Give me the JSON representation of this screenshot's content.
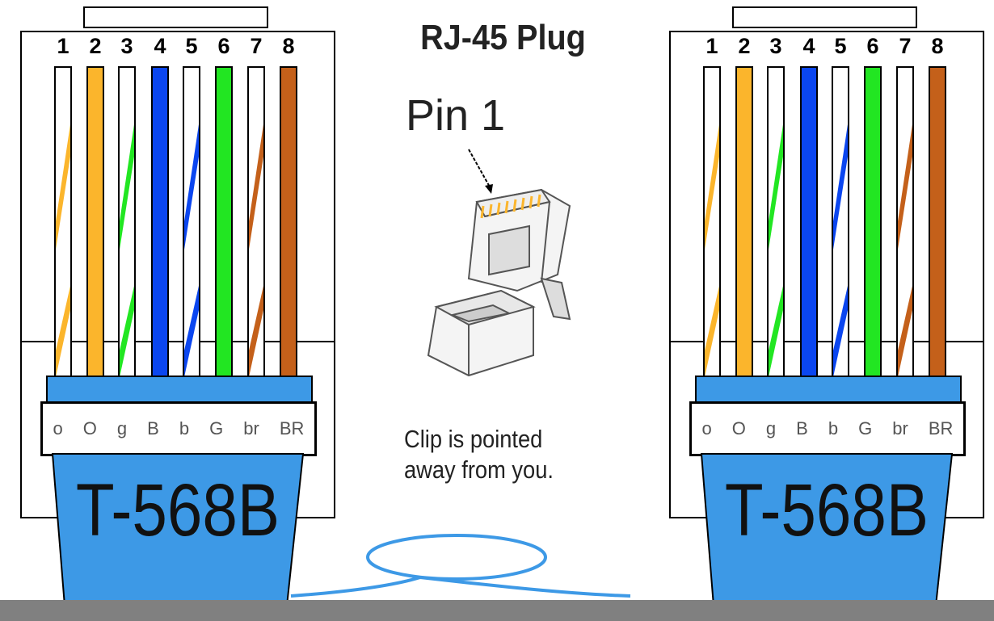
{
  "title": "RJ-45 Plug",
  "pin1_label": "Pin 1",
  "clip_note": [
    "Clip is pointed",
    "away from you."
  ],
  "colors": {
    "orange": "#fbb52c",
    "green": "#22e622",
    "blue": "#0b46f0",
    "brown": "#c4601a",
    "boot": "#3d99e6"
  },
  "connectors": [
    {
      "standard": "T-568B",
      "pins": [
        {
          "number": "1",
          "abbr": "o",
          "color": "orange",
          "striped": true
        },
        {
          "number": "2",
          "abbr": "O",
          "color": "orange",
          "striped": false
        },
        {
          "number": "3",
          "abbr": "g",
          "color": "green",
          "striped": true
        },
        {
          "number": "4",
          "abbr": "B",
          "color": "blue",
          "striped": false
        },
        {
          "number": "5",
          "abbr": "b",
          "color": "blue",
          "striped": true
        },
        {
          "number": "6",
          "abbr": "G",
          "color": "green",
          "striped": false
        },
        {
          "number": "7",
          "abbr": "br",
          "color": "brown",
          "striped": true
        },
        {
          "number": "8",
          "abbr": "BR",
          "color": "brown",
          "striped": false
        }
      ]
    },
    {
      "standard": "T-568B",
      "pins": [
        {
          "number": "1",
          "abbr": "o",
          "color": "orange",
          "striped": true
        },
        {
          "number": "2",
          "abbr": "O",
          "color": "orange",
          "striped": false
        },
        {
          "number": "3",
          "abbr": "g",
          "color": "green",
          "striped": true
        },
        {
          "number": "4",
          "abbr": "B",
          "color": "blue",
          "striped": false
        },
        {
          "number": "5",
          "abbr": "b",
          "color": "blue",
          "striped": true
        },
        {
          "number": "6",
          "abbr": "G",
          "color": "green",
          "striped": false
        },
        {
          "number": "7",
          "abbr": "br",
          "color": "brown",
          "striped": true
        },
        {
          "number": "8",
          "abbr": "BR",
          "color": "brown",
          "striped": false
        }
      ]
    }
  ]
}
